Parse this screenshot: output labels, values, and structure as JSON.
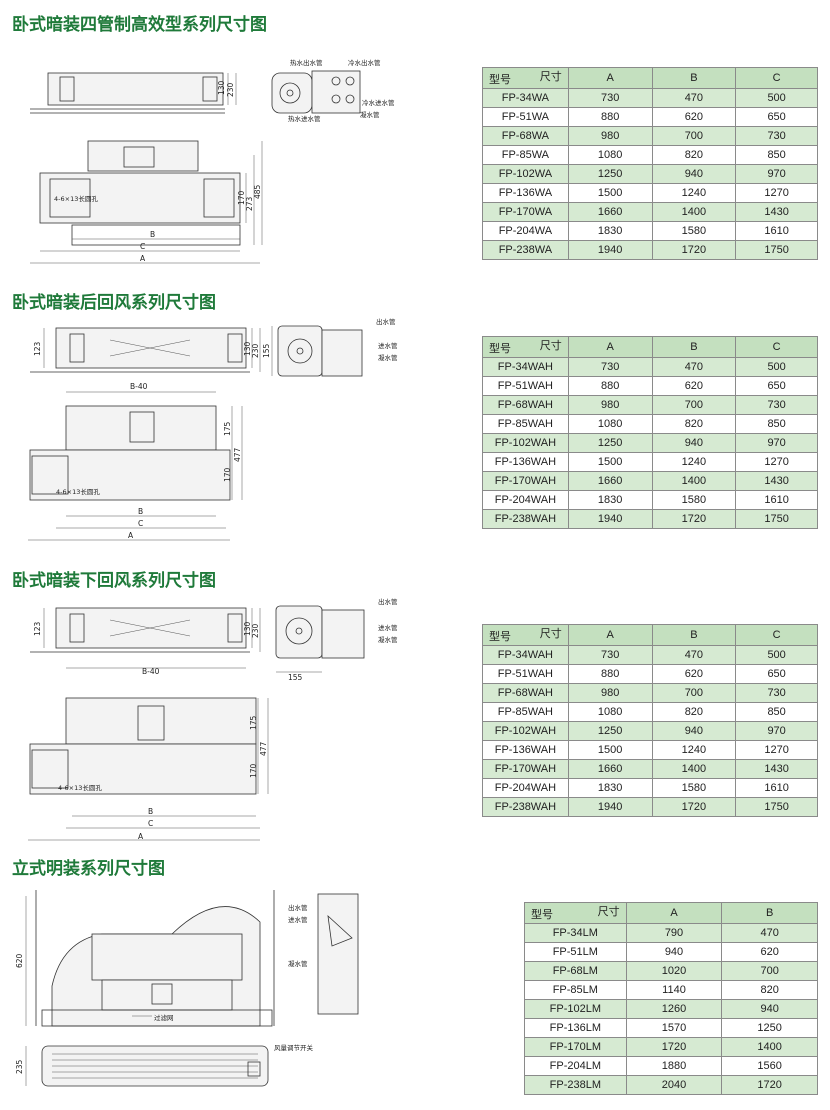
{
  "sections": [
    {
      "title": "卧式暗装四管制高效型系列尺寸图",
      "drawing": {
        "dims": [
          "130",
          "230",
          "170",
          "273",
          "485",
          "B",
          "C",
          "A",
          "4-6×13长圆孔"
        ],
        "labels": [
          "热水出水管",
          "冷水出水管",
          "冷水进水管",
          "热水进水管",
          "凝水管"
        ]
      },
      "table": {
        "header_model": "型号",
        "header_size": "尺寸",
        "columns": [
          "A",
          "B",
          "C"
        ],
        "rows": [
          [
            "FP-34WA",
            "730",
            "470",
            "500"
          ],
          [
            "FP-51WA",
            "880",
            "620",
            "650"
          ],
          [
            "FP-68WA",
            "980",
            "700",
            "730"
          ],
          [
            "FP-85WA",
            "1080",
            "820",
            "850"
          ],
          [
            "FP-102WA",
            "1250",
            "940",
            "970"
          ],
          [
            "FP-136WA",
            "1500",
            "1240",
            "1270"
          ],
          [
            "FP-170WA",
            "1660",
            "1400",
            "1430"
          ],
          [
            "FP-204WA",
            "1830",
            "1580",
            "1610"
          ],
          [
            "FP-238WA",
            "1940",
            "1720",
            "1750"
          ]
        ]
      }
    },
    {
      "title": "卧式暗装后回风系列尺寸图",
      "drawing": {
        "dims": [
          "123",
          "130",
          "230",
          "155",
          "B-40",
          "175",
          "477",
          "170",
          "B",
          "C",
          "A",
          "4-6×13长圆孔"
        ],
        "labels": [
          "出水管",
          "进水管",
          "凝水管"
        ]
      },
      "table": {
        "header_model": "型号",
        "header_size": "尺寸",
        "columns": [
          "A",
          "B",
          "C"
        ],
        "rows": [
          [
            "FP-34WAH",
            "730",
            "470",
            "500"
          ],
          [
            "FP-51WAH",
            "880",
            "620",
            "650"
          ],
          [
            "FP-68WAH",
            "980",
            "700",
            "730"
          ],
          [
            "FP-85WAH",
            "1080",
            "820",
            "850"
          ],
          [
            "FP-102WAH",
            "1250",
            "940",
            "970"
          ],
          [
            "FP-136WAH",
            "1500",
            "1240",
            "1270"
          ],
          [
            "FP-170WAH",
            "1660",
            "1400",
            "1430"
          ],
          [
            "FP-204WAH",
            "1830",
            "1580",
            "1610"
          ],
          [
            "FP-238WAH",
            "1940",
            "1720",
            "1750"
          ]
        ]
      }
    },
    {
      "title": "卧式暗装下回风系列尺寸图",
      "drawing": {
        "dims": [
          "123",
          "130",
          "230",
          "155",
          "B-40",
          "175",
          "477",
          "170",
          "B",
          "C",
          "A",
          "4-6×13长圆孔"
        ],
        "labels": [
          "出水管",
          "进水管",
          "凝水管"
        ]
      },
      "table": {
        "header_model": "型号",
        "header_size": "尺寸",
        "columns": [
          "A",
          "B",
          "C"
        ],
        "rows": [
          [
            "FP-34WAH",
            "730",
            "470",
            "500"
          ],
          [
            "FP-51WAH",
            "880",
            "620",
            "650"
          ],
          [
            "FP-68WAH",
            "980",
            "700",
            "730"
          ],
          [
            "FP-85WAH",
            "1080",
            "820",
            "850"
          ],
          [
            "FP-102WAH",
            "1250",
            "940",
            "970"
          ],
          [
            "FP-136WAH",
            "1500",
            "1240",
            "1270"
          ],
          [
            "FP-170WAH",
            "1660",
            "1400",
            "1430"
          ],
          [
            "FP-204WAH",
            "1830",
            "1580",
            "1610"
          ],
          [
            "FP-238WAH",
            "1940",
            "1720",
            "1750"
          ]
        ]
      }
    },
    {
      "title": "立式明装系列尺寸图",
      "drawing": {
        "dims": [
          "620",
          "235"
        ],
        "labels": [
          "出水管",
          "进水管",
          "凝水管",
          "过滤网",
          "风量调节开关"
        ]
      },
      "table": {
        "header_model": "型号",
        "header_size": "尺寸",
        "columns": [
          "A",
          "B"
        ],
        "rows": [
          [
            "FP-34LM",
            "790",
            "470"
          ],
          [
            "FP-51LM",
            "940",
            "620"
          ],
          [
            "FP-68LM",
            "1020",
            "700"
          ],
          [
            "FP-85LM",
            "1140",
            "820"
          ],
          [
            "FP-102LM",
            "1260",
            "940"
          ],
          [
            "FP-136LM",
            "1570",
            "1250"
          ],
          [
            "FP-170LM",
            "1720",
            "1400"
          ],
          [
            "FP-204LM",
            "1880",
            "1560"
          ],
          [
            "FP-238LM",
            "2040",
            "1720"
          ]
        ]
      }
    }
  ]
}
